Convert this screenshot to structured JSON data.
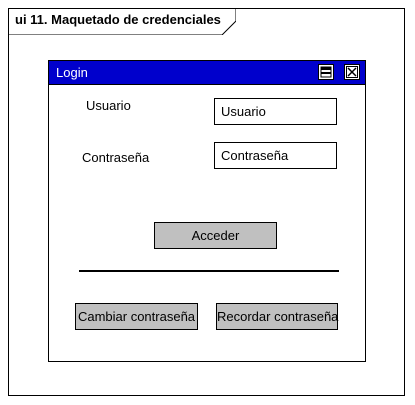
{
  "frame": {
    "title": "ui 11. Maquetado de credenciales"
  },
  "window": {
    "title": "Login",
    "controls": [
      "maximize-icon",
      "close-icon"
    ]
  },
  "form": {
    "user_label": "Usuario",
    "user_value": "Usuario",
    "password_label": "Contraseña",
    "password_value": "Contraseña"
  },
  "buttons": {
    "login": "Acceder",
    "change_password": "Cambiar contraseña",
    "recover_password": "Recordar contraseña"
  },
  "colors": {
    "titlebar": "#0000cc",
    "button": "#c0c0c0"
  }
}
